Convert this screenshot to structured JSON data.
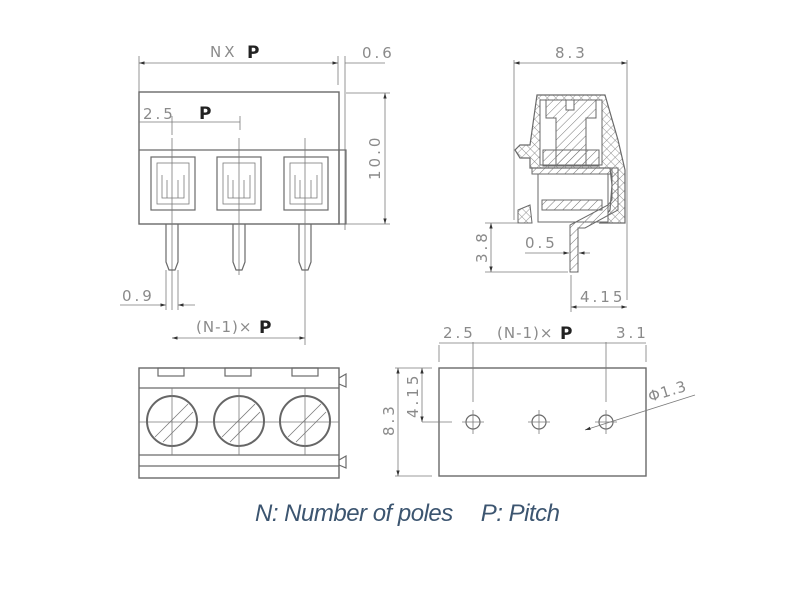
{
  "drawing": {
    "title": "Terminal block dimensional drawing",
    "line_color": "#6a6a6a",
    "text_color": "#8a8a8a",
    "legend_color": "#3c5570",
    "front_view": {
      "overall_width_label": "NX",
      "overall_width_symbol": "P",
      "offset_label": "0.6",
      "edge_to_pin_label": "2.5",
      "pitch_symbol": "P",
      "height_label": "10.0",
      "pin_width_label": "0.9",
      "span_label": "(N-1)×",
      "span_symbol": "P",
      "poles": 3
    },
    "side_view": {
      "width_label": "8.3",
      "pin_length_label": "3.8",
      "pin_thickness_label": "0.5",
      "pin_offset_label": "4.15"
    },
    "top_view": {
      "poles": 3
    },
    "footprint_view": {
      "left_margin_label": "2.5",
      "span_label": "(N-1)×",
      "span_symbol": "P",
      "right_margin_label": "3.1",
      "height_label": "8.3",
      "hole_offset_label": "4.15",
      "hole_diameter_label": "Φ1.3"
    }
  },
  "legend": {
    "n_label": "N: Number of poles",
    "p_label": "P: Pitch"
  }
}
